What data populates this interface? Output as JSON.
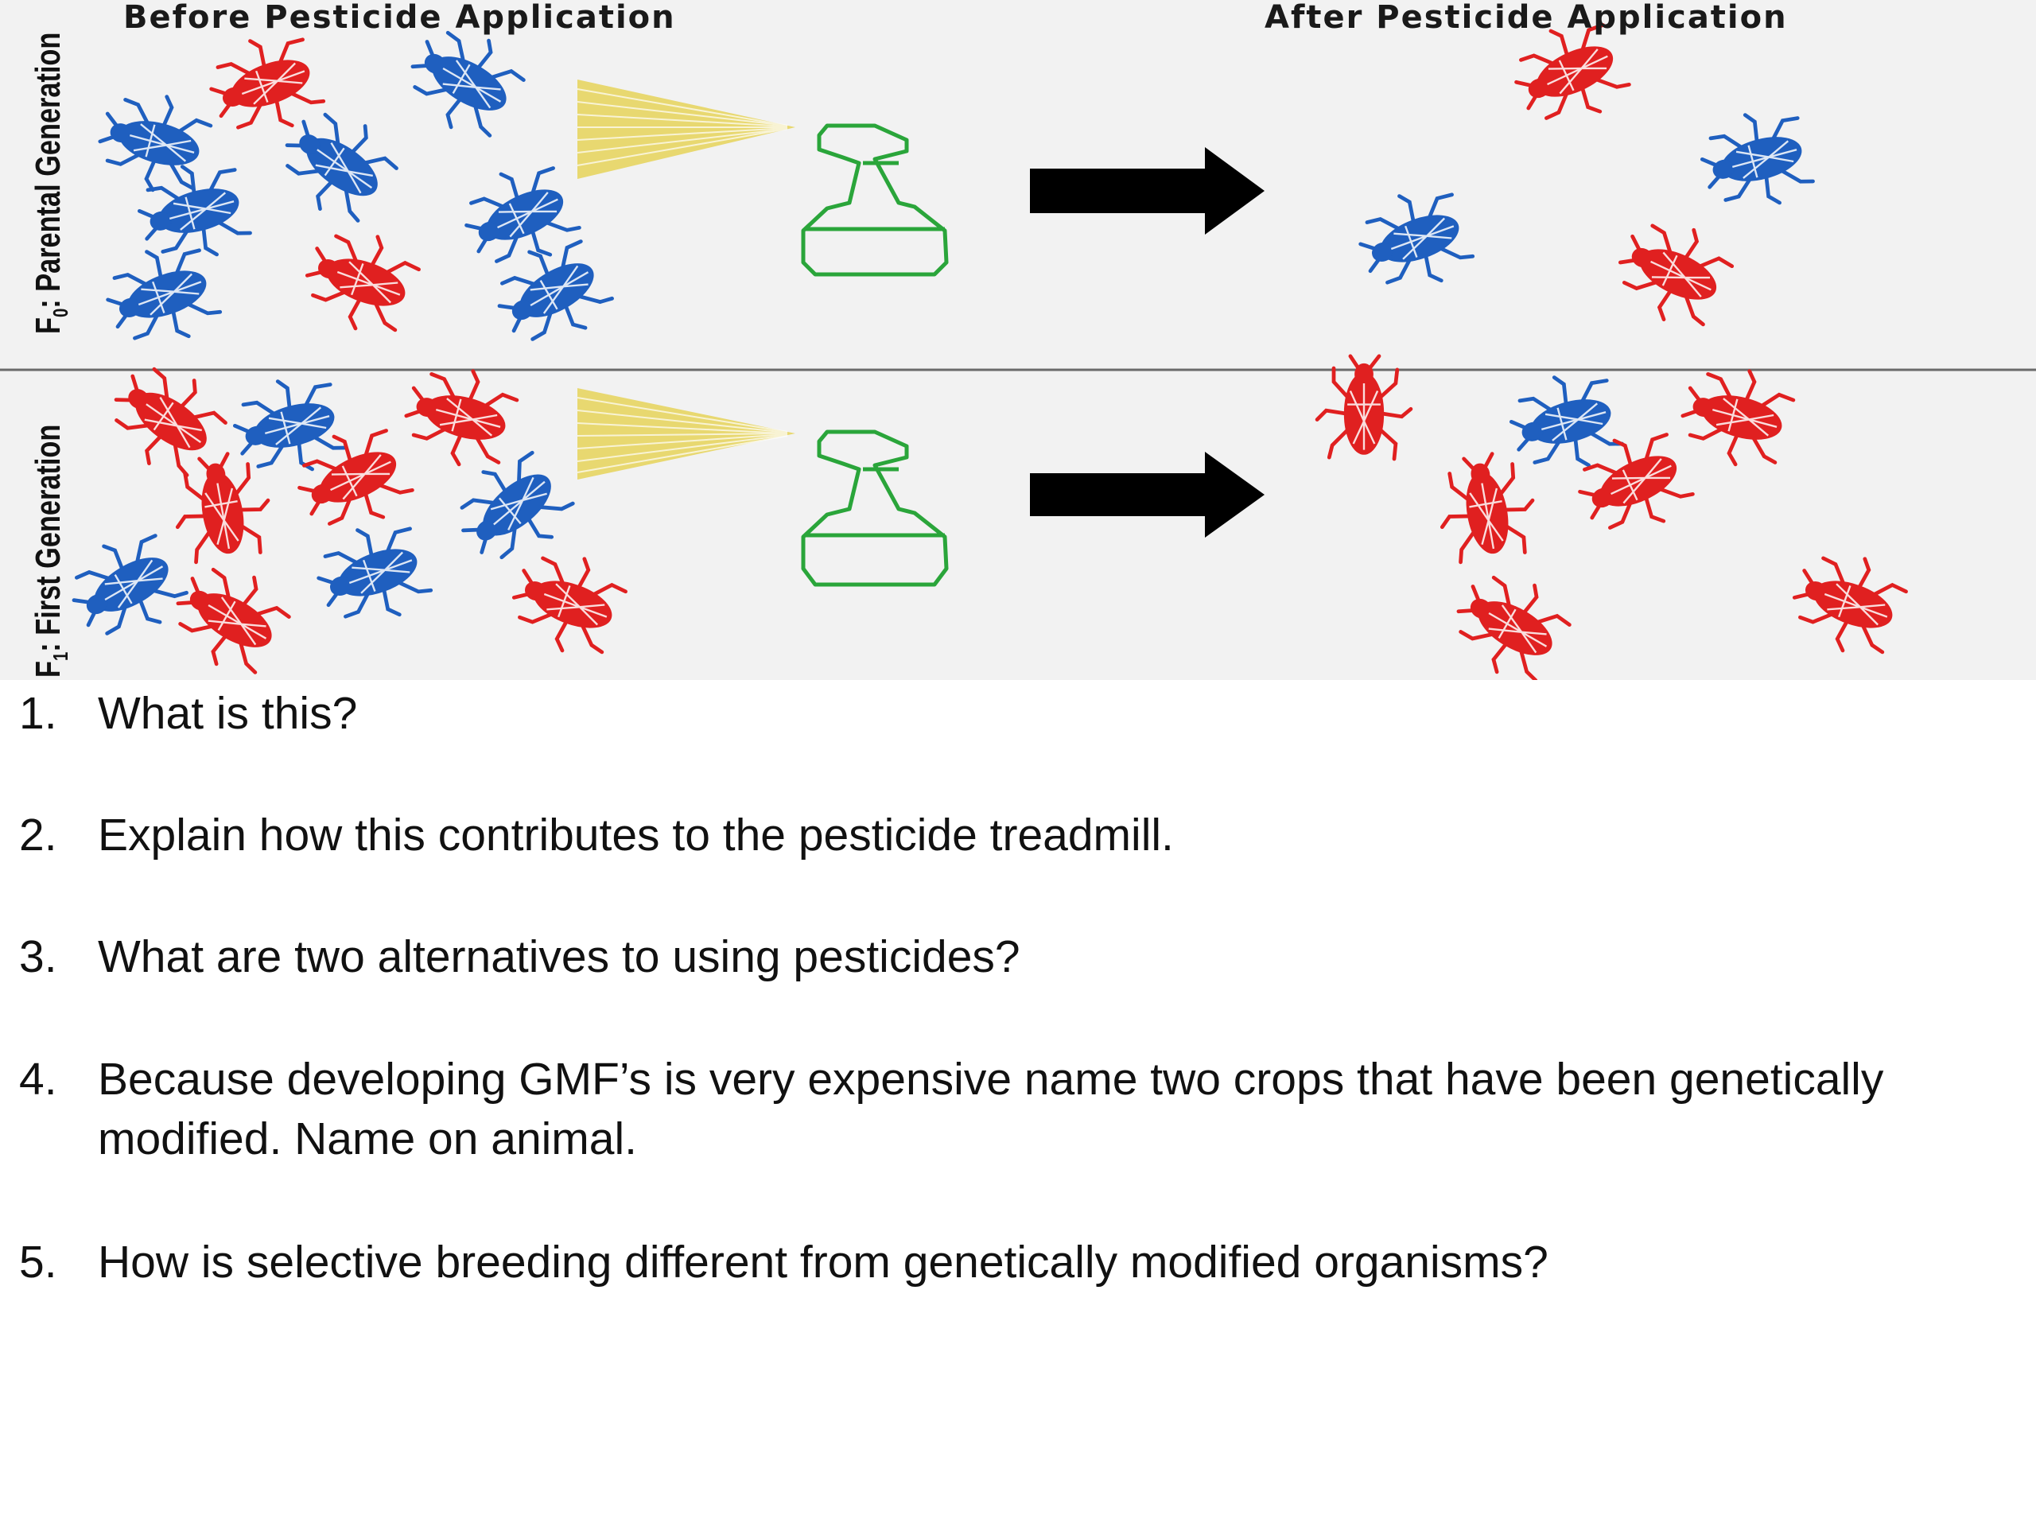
{
  "figure": {
    "header_before": "Before Pesticide Application",
    "header_after": "After Pesticide Application",
    "rows": [
      {
        "label_main": "F",
        "label_sub": "0",
        "label_rest": ": Parental Generation"
      },
      {
        "label_main": "F",
        "label_sub": "1",
        "label_rest": ": First Generation"
      }
    ],
    "colors": {
      "red_bug": "#e02020",
      "blue_bug": "#1f5fbf",
      "sprayer": "#2aa53a",
      "spray": "#e8d870",
      "arrow": "#000000"
    },
    "icons": [
      "bug-icon",
      "spray-bottle-icon",
      "spray-mist-icon",
      "right-arrow-icon"
    ]
  },
  "questions": [
    {
      "number": "1.",
      "text": "What is this?"
    },
    {
      "number": "2.",
      "text": "Explain how this contributes to the pesticide treadmill."
    },
    {
      "number": "3.",
      "text": "What are two alternatives to using pesticides?"
    },
    {
      "number": "4.",
      "text": "Because developing GMF’s is very expensive name two crops that have been genetically modified.  Name on animal."
    },
    {
      "number": "5.",
      "text": "How is selective breeding different from genetically modified organisms?"
    }
  ]
}
